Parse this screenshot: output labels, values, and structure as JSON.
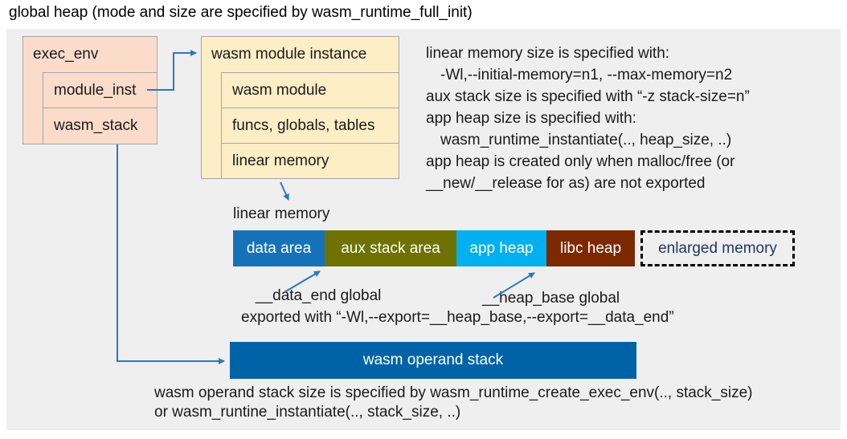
{
  "title": "global heap (mode and size are specified by wasm_runtime_full_init)",
  "exec_env": {
    "header": "exec_env",
    "rows": [
      {
        "label": "module_inst"
      },
      {
        "label": "wasm_stack"
      }
    ]
  },
  "module_instance": {
    "header": "wasm module instance",
    "rows": [
      {
        "label": "wasm module"
      },
      {
        "label": "funcs, globals, tables"
      },
      {
        "label": "linear memory"
      }
    ]
  },
  "notes_top": {
    "lines": [
      "linear memory size is specified with:",
      "-Wl,--initial-memory=n1, --max-memory=n2",
      "aux stack size is specified with “-z stack-size=n”",
      "app heap size is specified with:",
      "wasm_runtime_instantiate(.., heap_size, ..)",
      "app heap is created only when malloc/free (or",
      "__new/__release for as) are not exported"
    ]
  },
  "linear_memory": {
    "label": "linear memory",
    "segments": [
      {
        "label": "data area",
        "color": "#1672b8"
      },
      {
        "label": "aux stack area",
        "color": "#6e7200"
      },
      {
        "label": "app heap",
        "color": "#00b0f0"
      },
      {
        "label": "libc heap",
        "color": "#7c2900"
      }
    ],
    "enlarged": {
      "label": "enlarged memory",
      "text_color": "#1f3864"
    }
  },
  "globals": {
    "data_end": "__data_end global",
    "heap_base": "__heap_base global",
    "exported": "exported with “-Wl,--export=__heap_base,--export=__data_end”"
  },
  "operand_stack": {
    "label": "wasm operand stack",
    "color": "#0063a7"
  },
  "notes_bottom": {
    "lines": [
      "wasm operand stack size is specified by wasm_runtime_create_exec_env(.., stack_size)",
      "or wasm_runtine_instantiate(.., stack_size, ..)"
    ]
  },
  "colors": {
    "arrow": "#2878c8",
    "exec_env_fill": "#fbdcca",
    "module_fill": "#fdeec6",
    "panel": "#efefef",
    "box_border": "#a6a6a6"
  }
}
